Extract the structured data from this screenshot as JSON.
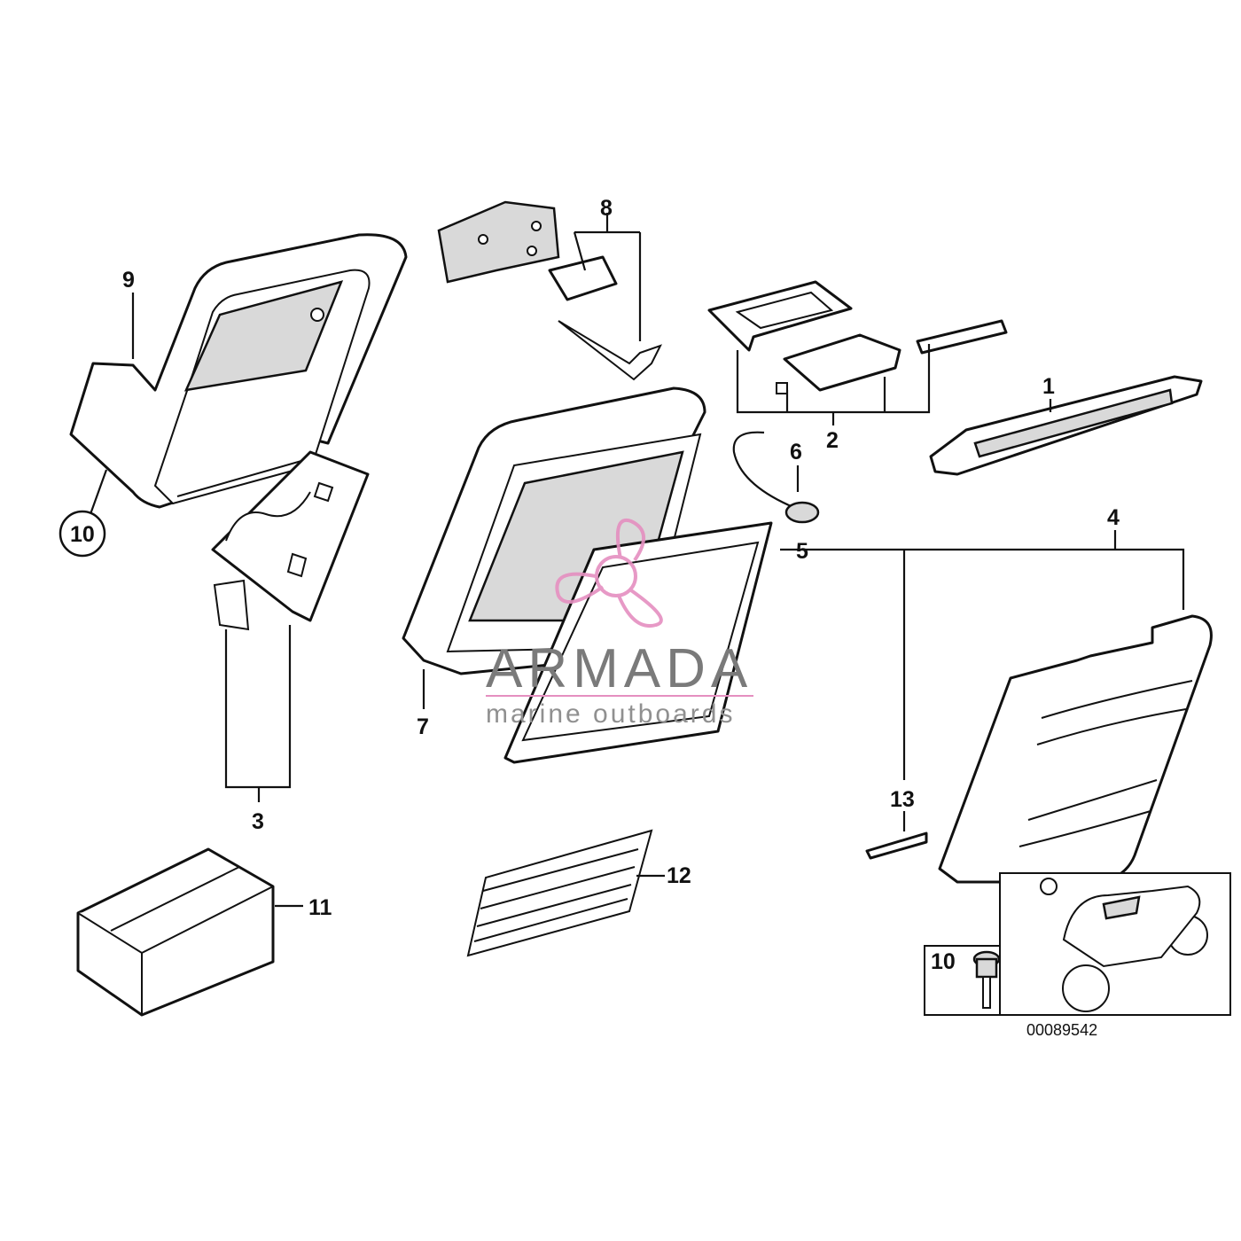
{
  "callouts": {
    "c1": "1",
    "c2": "2",
    "c3": "3",
    "c4": "4",
    "c5": "5",
    "c6": "6",
    "c7": "7",
    "c8": "8",
    "c9": "9",
    "c10_circled": "10",
    "c10_inset": "10",
    "c11": "11",
    "c12": "12",
    "c13": "13"
  },
  "diagram_number": "00089542",
  "watermark": {
    "title": "ARMADA",
    "subtitle": "marine outboards",
    "logo_color": "#e58fc0"
  }
}
